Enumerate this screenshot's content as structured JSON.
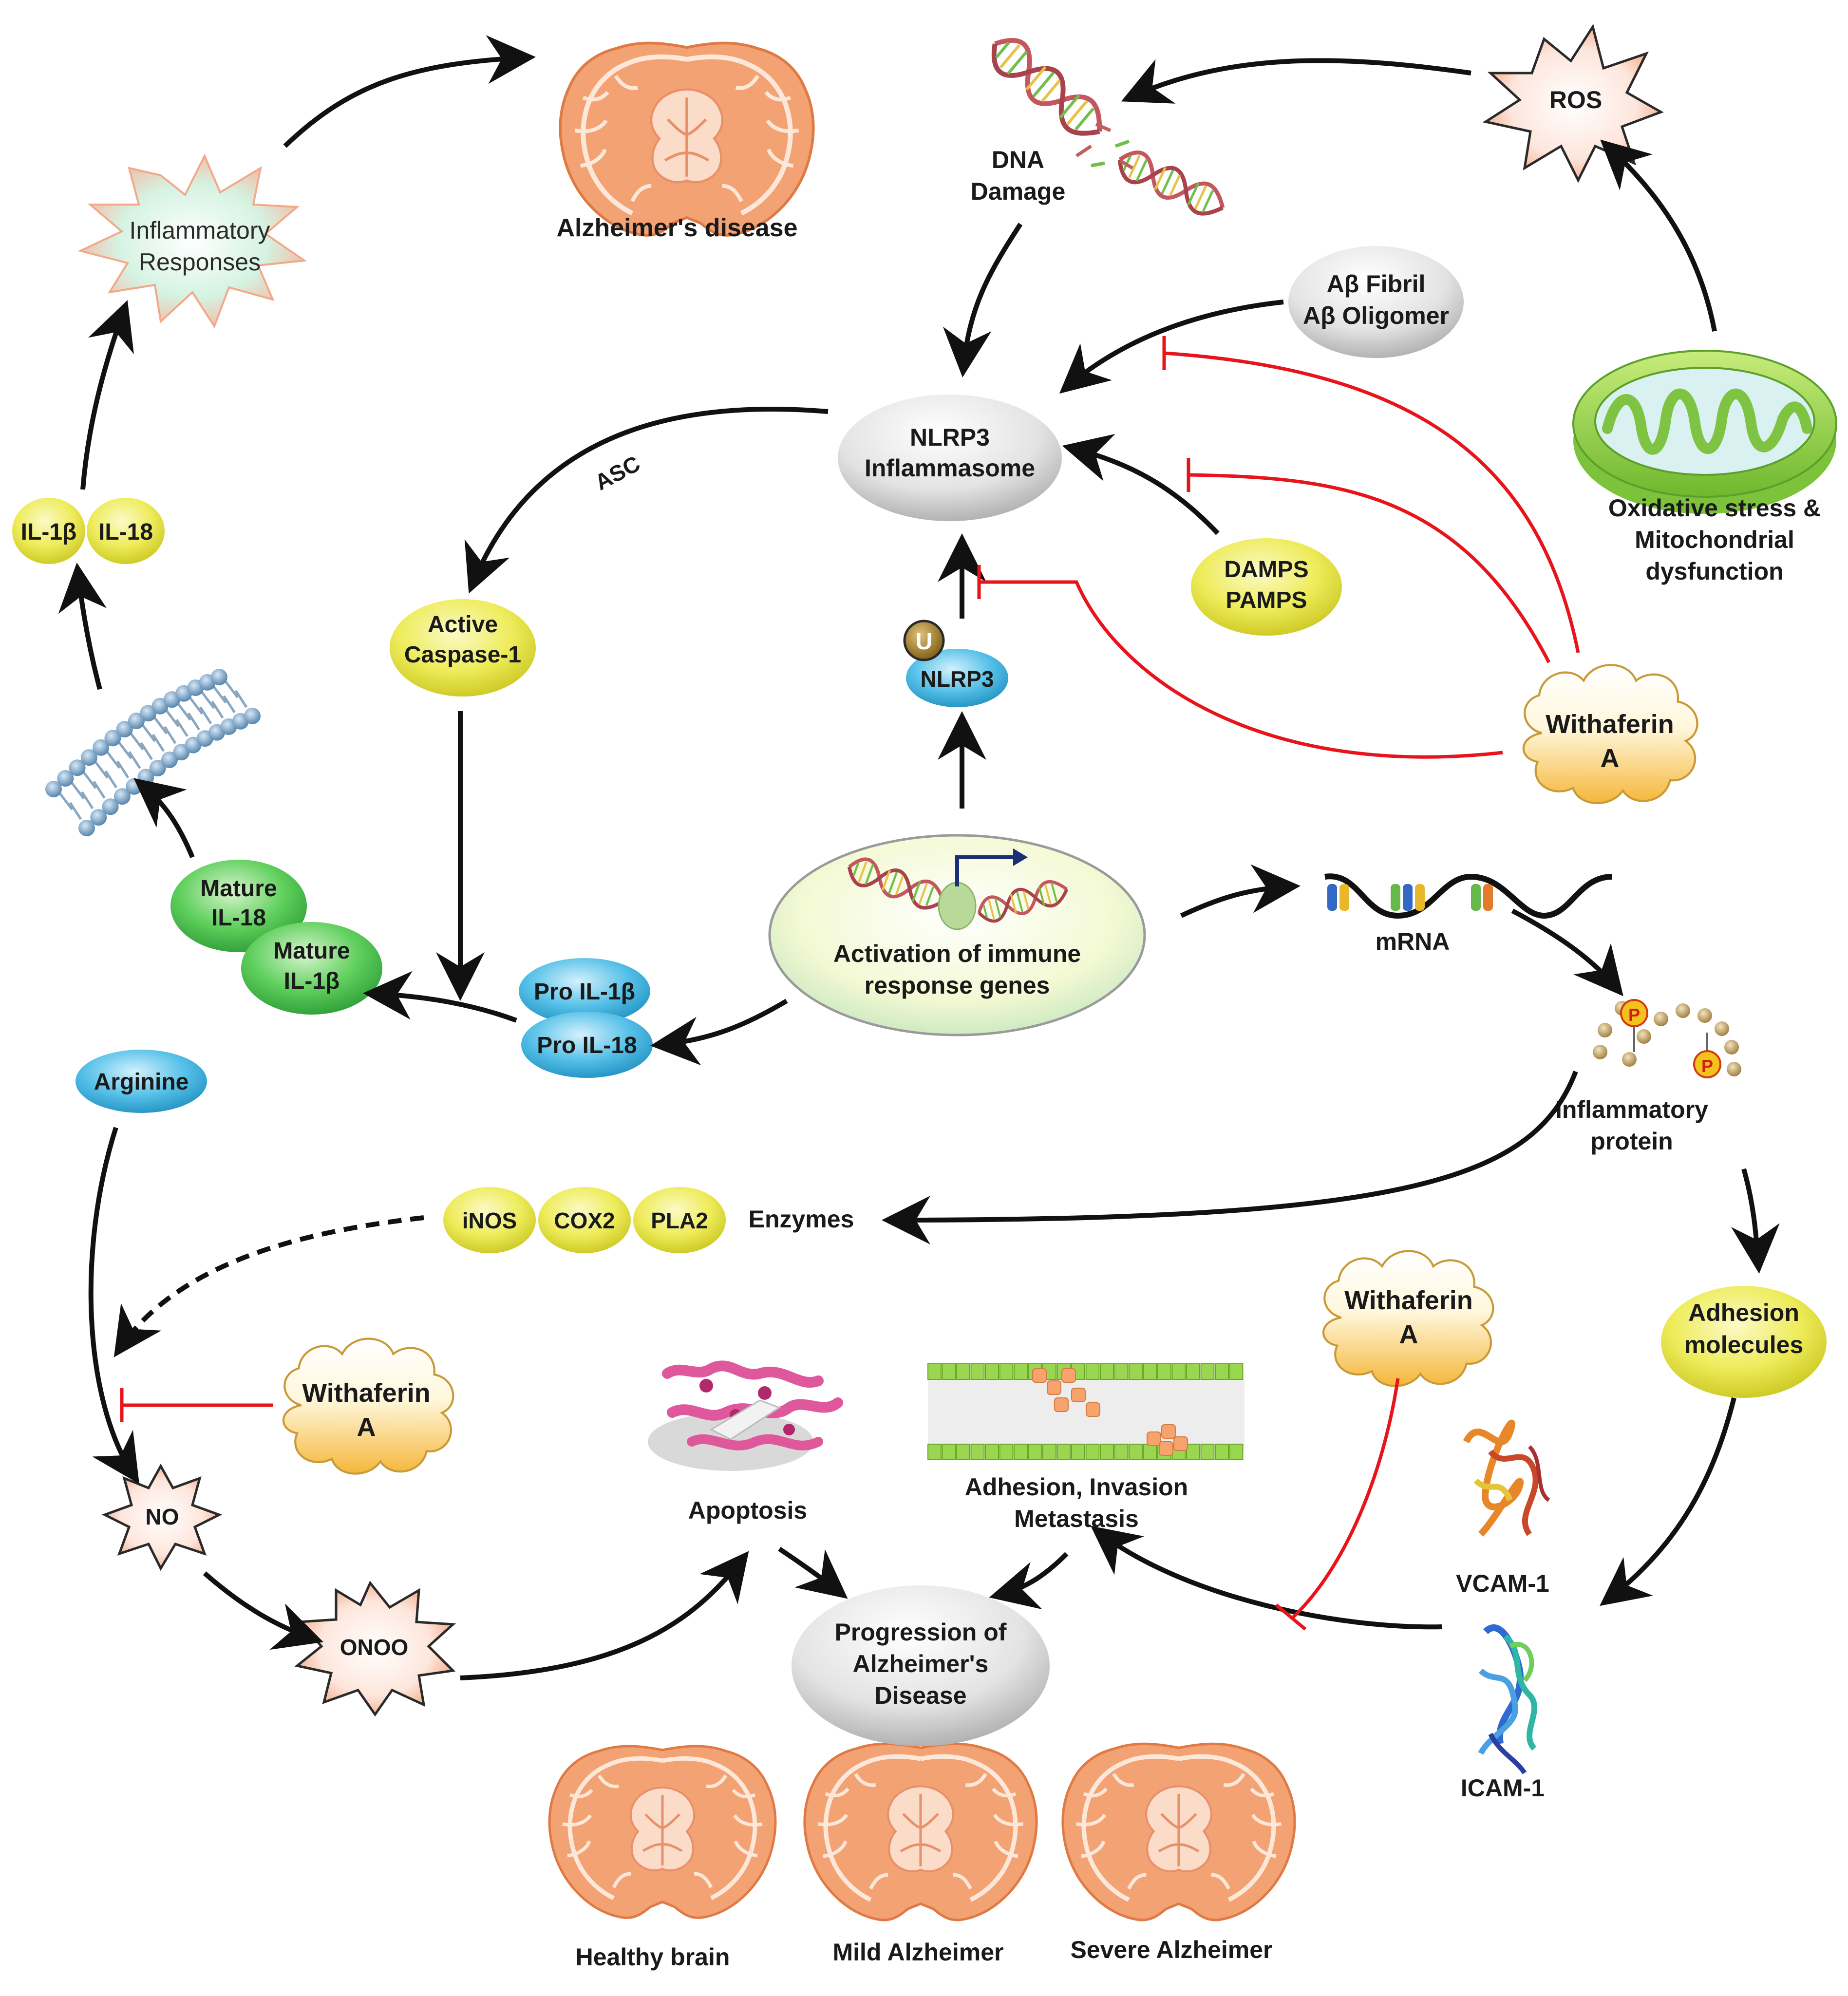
{
  "nodes": {
    "alzheimers_disease": "Alzheimer's disease",
    "dna_damage": [
      "DNA",
      "Damage"
    ],
    "ros": "ROS",
    "inflammatory_responses": [
      "Inflammatory",
      "Responses"
    ],
    "ab_fibril": [
      "Aβ Fibril",
      "Aβ Oligomer"
    ],
    "nlrp3_inflammasome": [
      "NLRP3",
      "Inflammasome"
    ],
    "oxidative_stress": [
      "Oxidative stress &",
      "Mitochondrial",
      "dysfunction"
    ],
    "asc": "ASC",
    "il1b": "IL-1β",
    "il18": "IL-18",
    "active_caspase": [
      "Active",
      "Caspase-1"
    ],
    "damps": [
      "DAMPS",
      "PAMPS"
    ],
    "ubiquitin": "U",
    "nlrp3": "NLRP3",
    "withaferin_top": [
      "Withaferin",
      "A"
    ],
    "mature_il18": [
      "Mature",
      "IL-18"
    ],
    "mature_il1b": [
      "Mature",
      "IL-1β"
    ],
    "activation": [
      "Activation of immune",
      "response genes"
    ],
    "mrna": "mRNA",
    "pro_il1b": "Pro IL-1β",
    "pro_il18": "Pro IL-18",
    "arginine": "Arginine",
    "phospho": "P",
    "inflammatory_protein": [
      "Inflammatory",
      "protein"
    ],
    "enzymes": [
      "iNOS",
      "COX2",
      "PLA2"
    ],
    "enzymes_label": "Enzymes",
    "withaferin_right": [
      "Withaferin",
      "A"
    ],
    "adhesion_molecules": [
      "Adhesion",
      "molecules"
    ],
    "withaferin_left": [
      "Withaferin",
      "A"
    ],
    "apoptosis": "Apoptosis",
    "adhesion_invasion": [
      "Adhesion, Invasion",
      "Metastasis"
    ],
    "vcam": "VCAM-1",
    "no": "NO",
    "onoo": "ONOO",
    "progression": [
      "Progression of",
      "Alzheimer's",
      "Disease"
    ],
    "icam": "ICAM-1",
    "healthy": "Healthy brain",
    "mild": "Mild Alzheimer",
    "severe": "Severe Alzheimer"
  },
  "colors": {
    "arrow": "#111111",
    "inhibit": "#e8141b",
    "yellow_pill": "#e9e63a",
    "blue_pill": "#3bb1df",
    "green_pill": "#41b94a",
    "grey_ellipse": "#d7d7d7",
    "cloud": "#f6c24a",
    "brain": "#f3a274",
    "burst_green": "#9fe3bf",
    "burst_ros": "#f9d3c0"
  }
}
